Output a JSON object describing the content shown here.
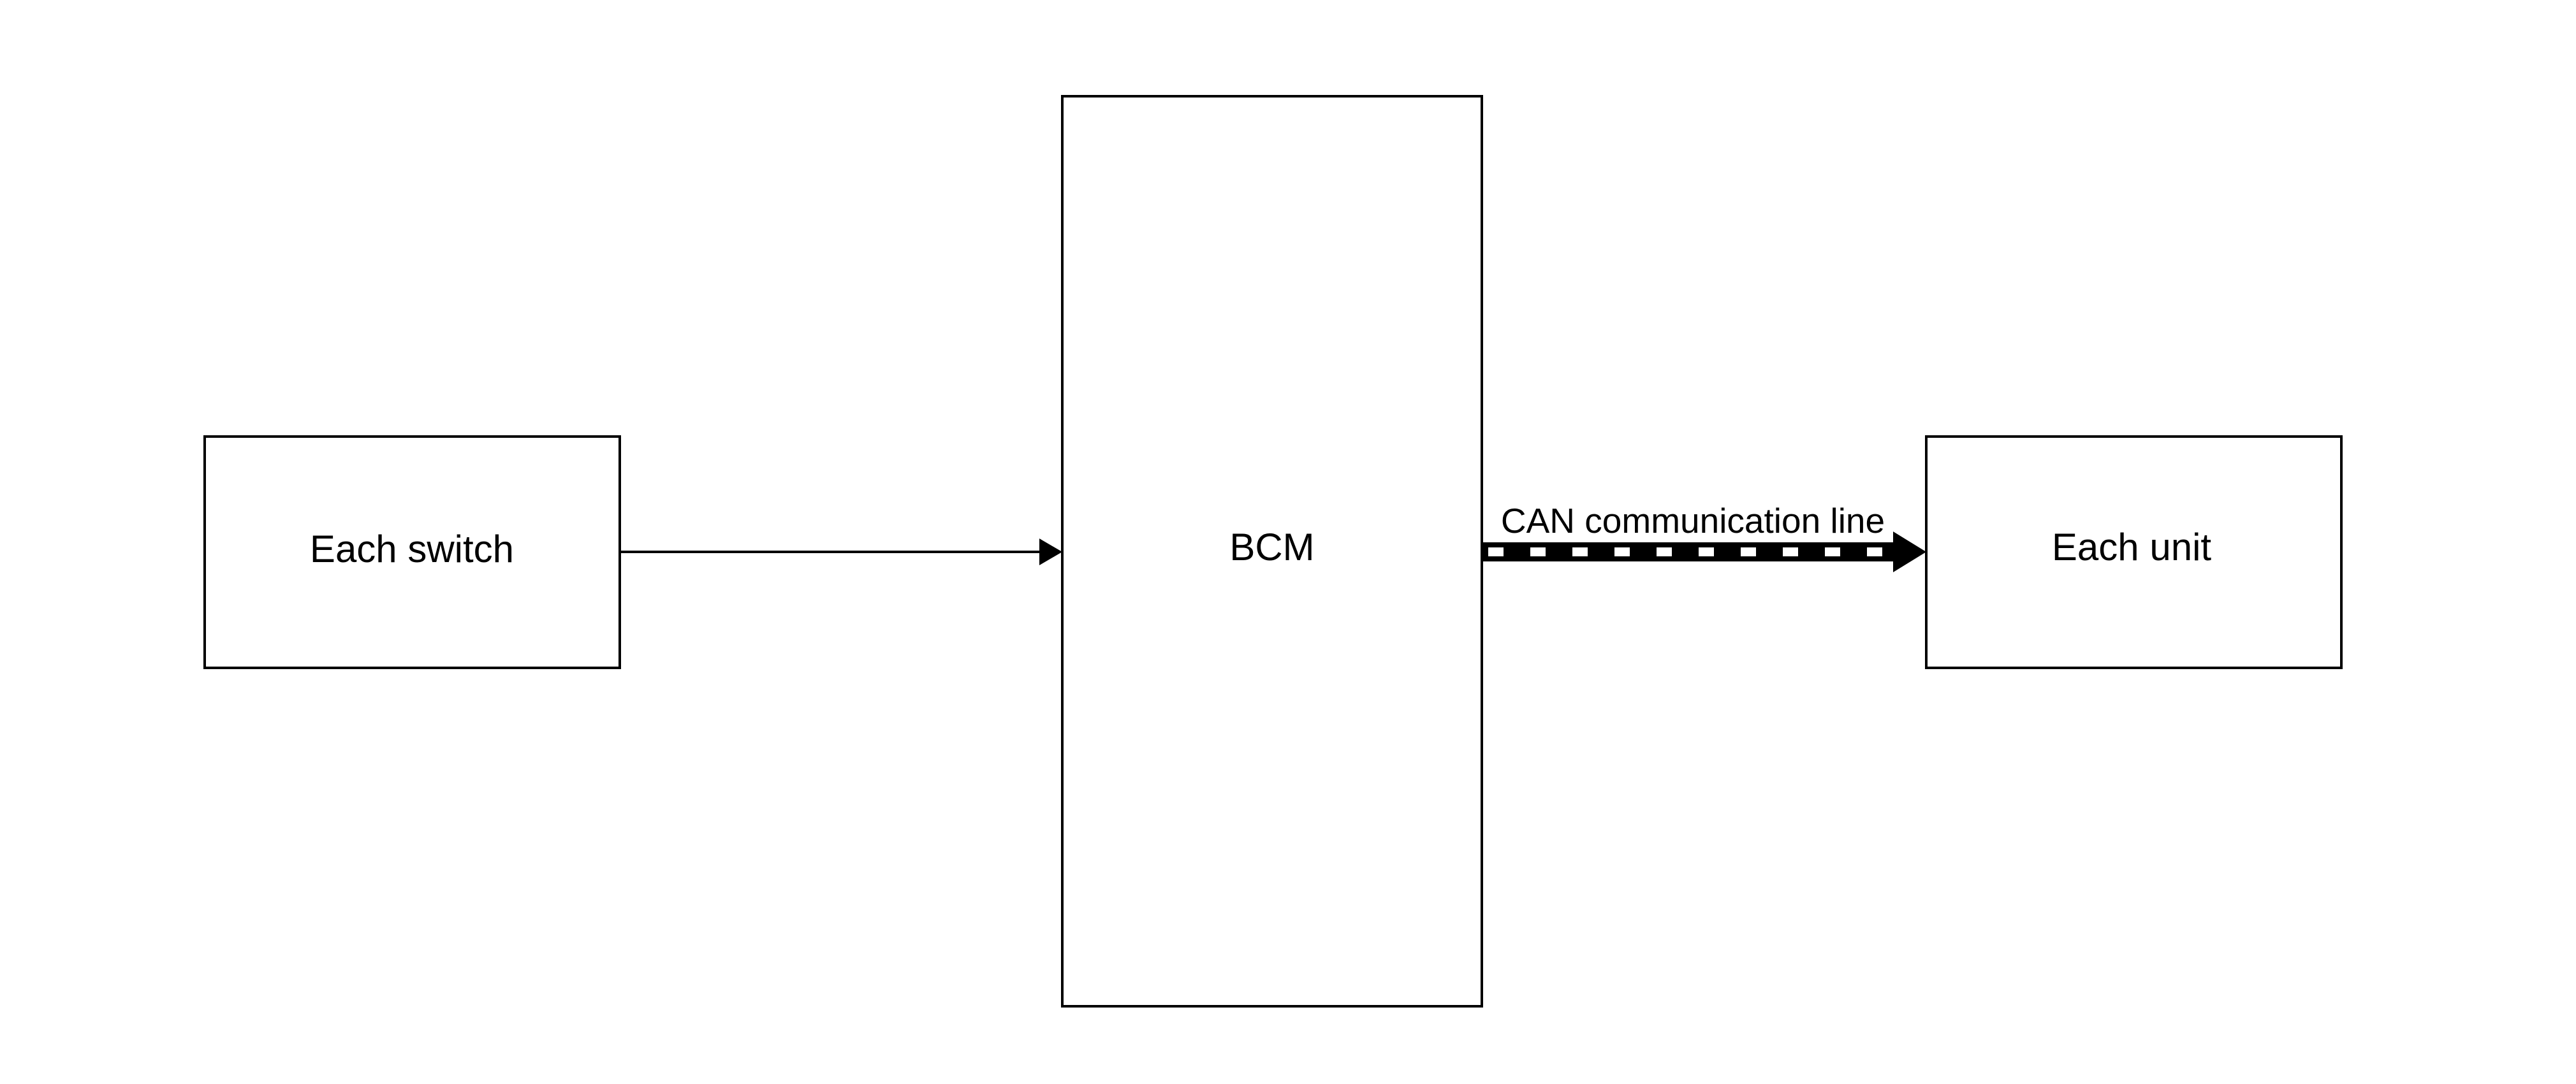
{
  "diagram": {
    "nodes": {
      "switch": {
        "label": "Each switch"
      },
      "bcm": {
        "label": "BCM"
      },
      "unit": {
        "label": "Each unit"
      }
    },
    "edges": {
      "switch_to_bcm": {
        "label": ""
      },
      "bcm_to_unit": {
        "label": "CAN communication line"
      }
    }
  },
  "colors": {
    "stroke": "#000000",
    "background": "#ffffff"
  }
}
